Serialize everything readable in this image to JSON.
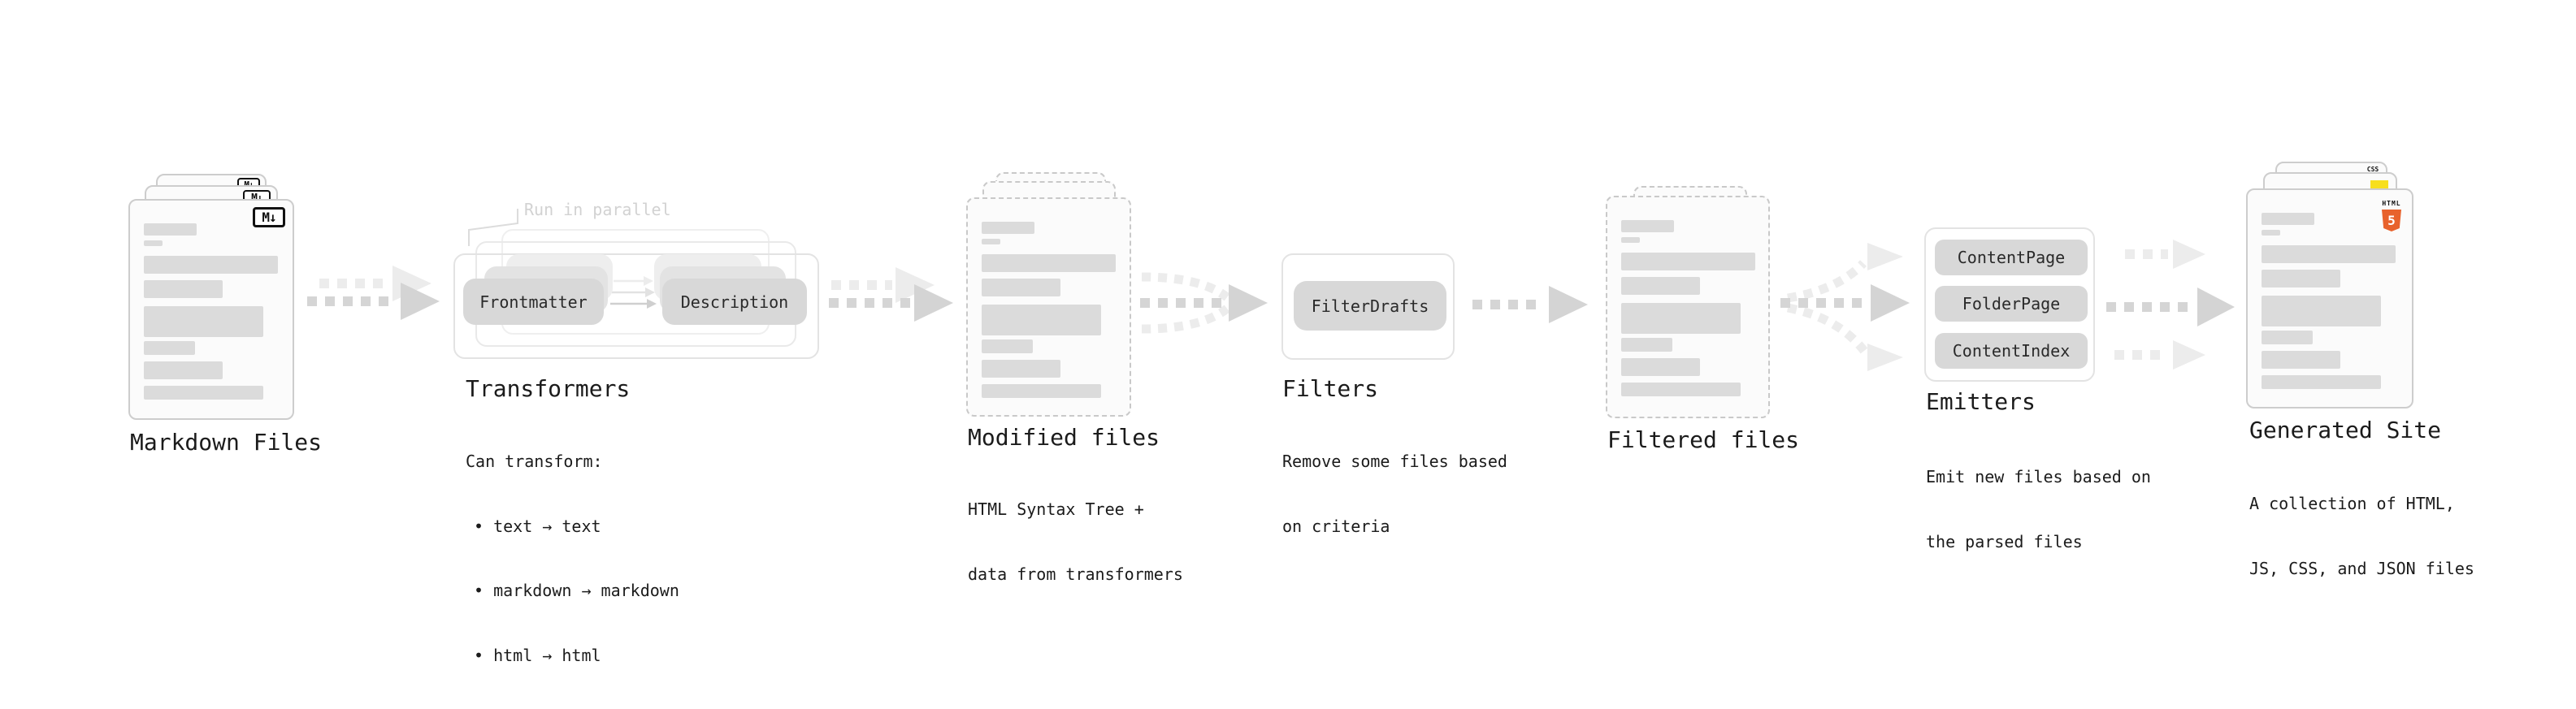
{
  "colors": {
    "html5_orange": "#e8622c",
    "js_yellow": "#f7df1e",
    "css_blue": "#2563eb",
    "ink": "#1c1c1c",
    "muted_callout": "#d2d2d2",
    "pill_gray": "#d8d8d8"
  },
  "nodes": {
    "markdown": {
      "title": "Markdown Files",
      "badge": "M↓"
    },
    "transformers": {
      "title": "Transformers",
      "callout": "Run in parallel",
      "pill_left": "Frontmatter",
      "pill_right": "Description",
      "desc_heading": "Can transform:",
      "bullets": [
        "• text → text",
        "• markdown → markdown",
        "• html → html"
      ]
    },
    "modified": {
      "title": "Modified files",
      "desc": [
        "HTML Syntax Tree +",
        "data from transformers"
      ]
    },
    "filters": {
      "title": "Filters",
      "pill": "FilterDrafts",
      "desc": [
        "Remove some files based",
        "on criteria"
      ]
    },
    "filtered": {
      "title": "Filtered files"
    },
    "emitters": {
      "title": "Emitters",
      "pills": [
        "ContentPage",
        "FolderPage",
        "ContentIndex"
      ],
      "desc": [
        "Emit new files based on",
        "the parsed files"
      ]
    },
    "generated": {
      "title": "Generated Site",
      "desc": [
        "A collection of HTML,",
        "JS, CSS, and JSON files"
      ],
      "html_badge_word": "HTML",
      "html_badge_number": "5",
      "css_badge": "CSS"
    }
  }
}
